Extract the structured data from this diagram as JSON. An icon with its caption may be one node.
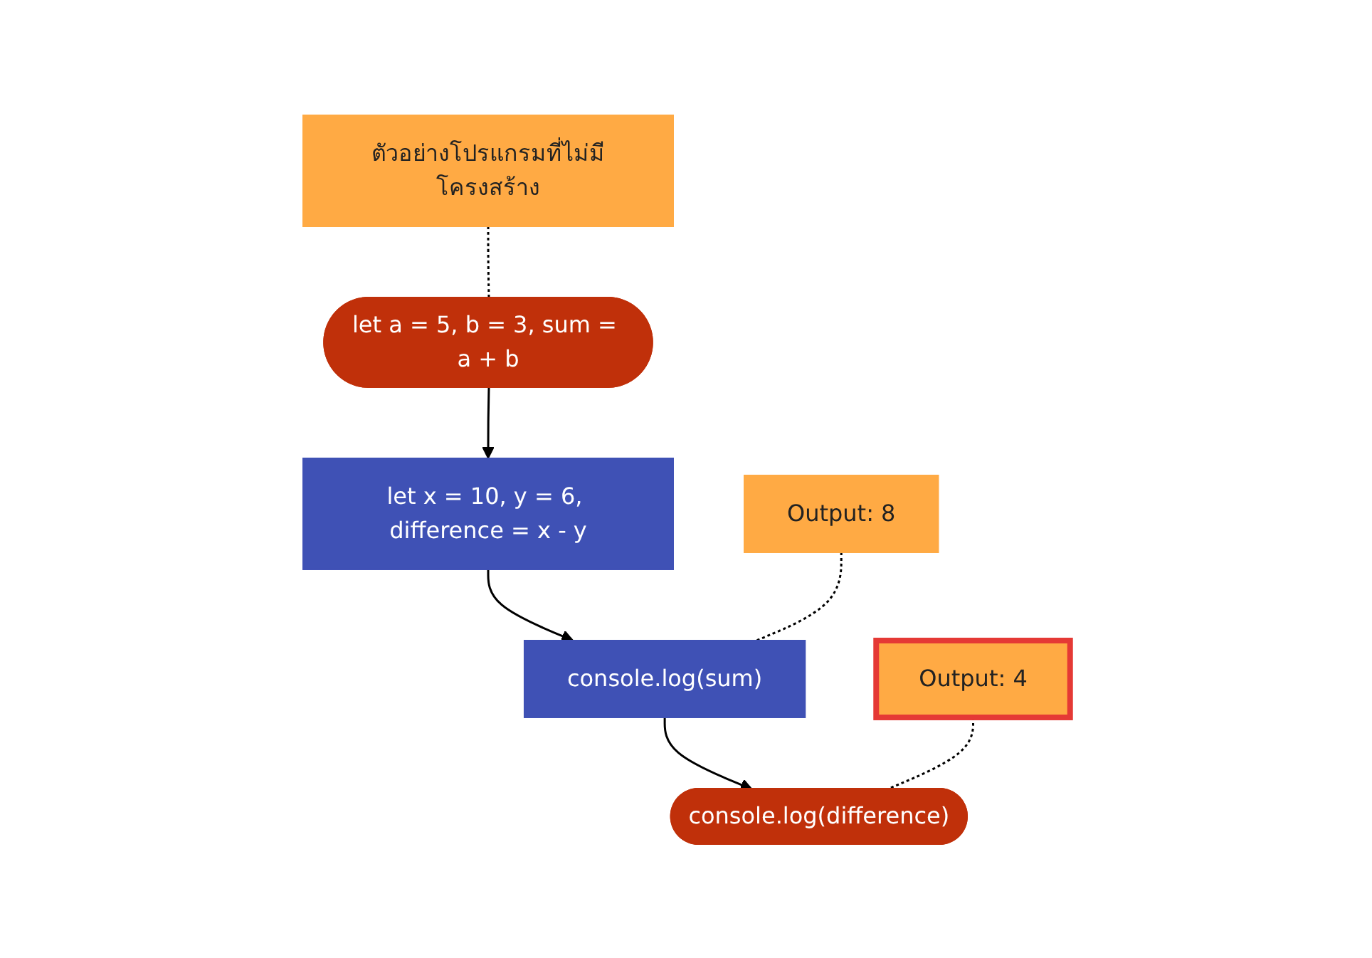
{
  "diagram": {
    "nodes": [
      {
        "text": [
          "ตัวอย่างโปรแกรมที่ไม่มีโครงสร้าง"
        ]
      },
      {
        "text": [
          "let a = 5, b = 3, sum = a + b"
        ]
      },
      {
        "text": [
          "let x = 10, y = 6, difference = x - y"
        ]
      },
      {
        "text": [
          "Output: 8"
        ]
      },
      {
        "text": [
          "console.log(sum)"
        ]
      },
      {
        "text": [
          "Output: 4"
        ]
      },
      {
        "text": [
          "console.log(difference)"
        ]
      }
    ],
    "edges": [
      {
        "from": 0,
        "to": 1,
        "arrow": "none",
        "style": "dashed"
      },
      {
        "from": 1,
        "to": 2,
        "arrow": "to"
      },
      {
        "from": 2,
        "to": 4,
        "arrow": "to"
      },
      {
        "from": 3,
        "to": 4,
        "arrow": "none",
        "style": "dashed"
      },
      {
        "from": 4,
        "to": 6,
        "arrow": "to"
      },
      {
        "from": 5,
        "to": 6,
        "arrow": "none",
        "style": "dashed"
      }
    ]
  }
}
